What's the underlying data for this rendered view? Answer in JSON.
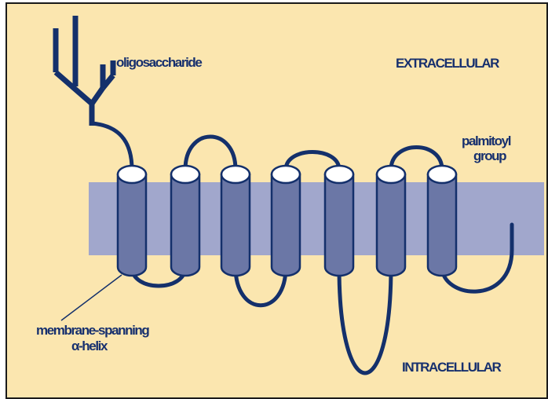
{
  "labels": {
    "oligosaccharide": "oligosaccharide",
    "extracellular": "EXTRACELLULAR",
    "palmitoyl_line1": "palmitoyl",
    "palmitoyl_line2": "group",
    "helix_line1": "membrane-spanning",
    "helix_line2": "α-helix",
    "intracellular": "INTRACELLULAR"
  },
  "colors": {
    "background": "#fbe6af",
    "frame": "#1a1a1a",
    "membrane": "#a1a7cc",
    "helix_body": "#6b77a6",
    "helix_top": "#ffffff",
    "chain": "#14306b",
    "text": "#17306e"
  }
}
